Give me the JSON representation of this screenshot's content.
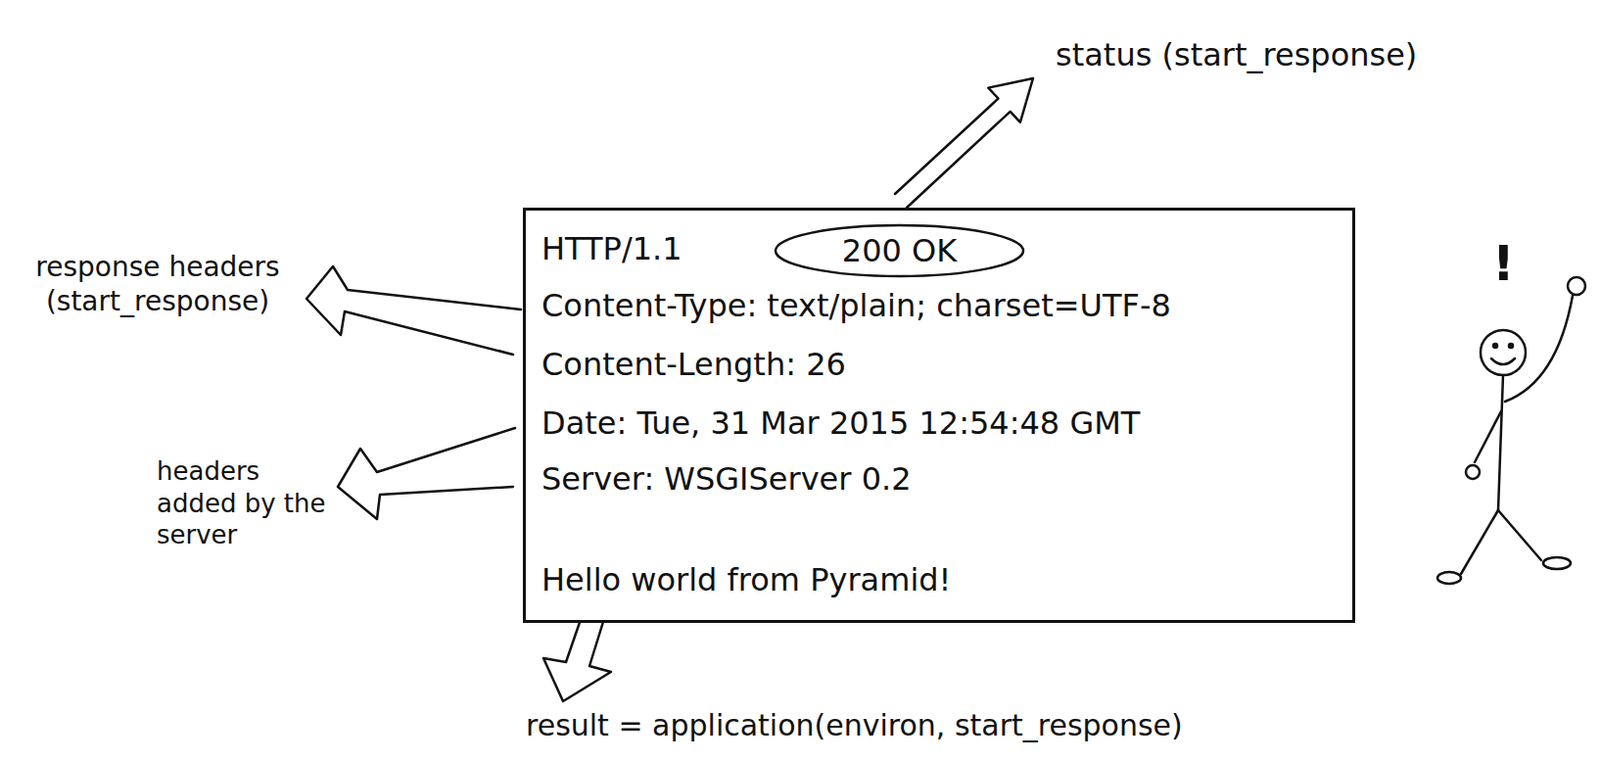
{
  "diagram": {
    "nodes": [
      {
        "text": [
          "HTTP/1.1",
          "Content-Type: text/plain; charset=UTF-8",
          "Content-Length: 26",
          "Date: Tue, 31 Mar 2015 12:54:48 GMT",
          "Server: WSGIServer 0.2",
          "Hello world from Pyramid!"
        ]
      },
      {
        "text": [
          "200 OK"
        ],
        "in": 0
      }
    ],
    "labels": [
      "status (start_response)",
      "response headers (start_response)",
      "headers added by the server",
      "result = application(environ, start_response)",
      "!"
    ]
  }
}
